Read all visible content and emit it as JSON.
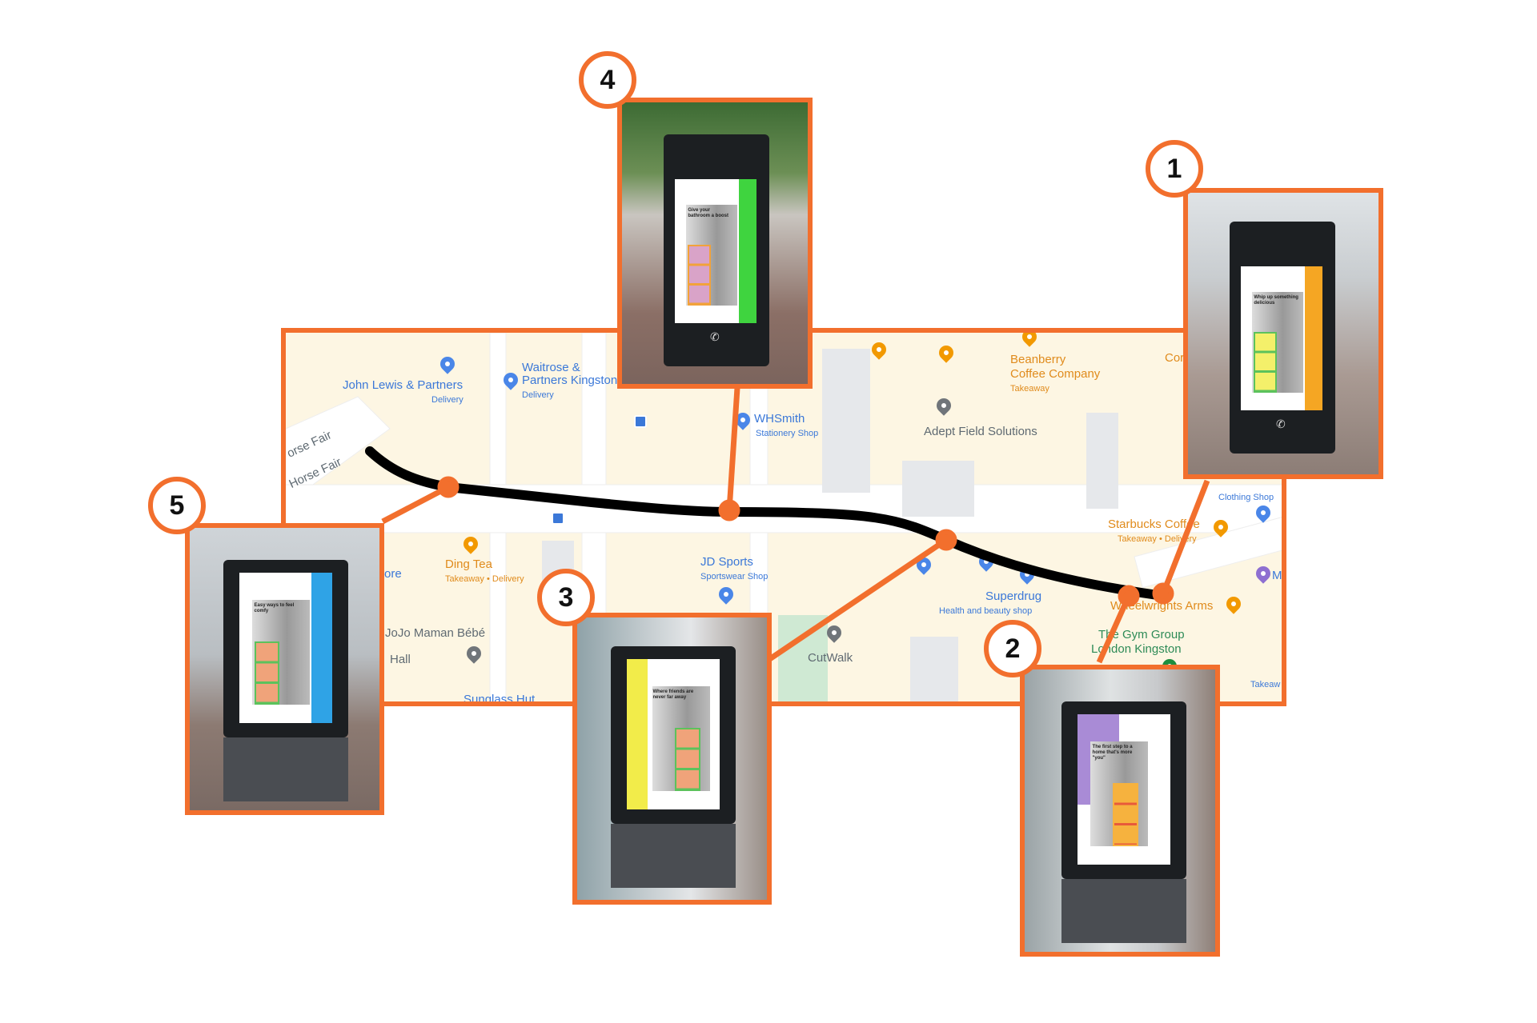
{
  "colors": {
    "accent": "#f26f2d",
    "route": "#000000",
    "map_bg": "#fdf6e3"
  },
  "map": {
    "labels": {
      "john_lewis": "John Lewis & Partners",
      "john_lewis_sub": "Delivery",
      "waitrose": "Waitrose &",
      "waitrose2": "Partners Kingston",
      "waitrose_sub": "Delivery",
      "whsmith": "WHSmith",
      "whsmith_sub": "Stationery Shop",
      "beanberry": "Beanberry",
      "beanberry2": "Coffee Company",
      "beanberry_sub": "Takeaway",
      "cor": "Cor",
      "adept": "Adept Field Solutions",
      "horse_fair_1": "orse Fair",
      "horse_fair_2": "Horse Fair",
      "ding_tea": "Ding Tea",
      "ding_tea_sub": "Takeaway • Delivery",
      "jd_sports": "JD Sports",
      "jd_sports_sub": "Sportswear Shop",
      "ore": "ore",
      "jojo": "JoJo Maman Bébé",
      "hall": "Hall",
      "sunglass": "Sunglass Hut",
      "cutwalk": "CutWalk",
      "superdrug": "Superdrug",
      "superdrug_sub": "Health and beauty shop",
      "starbucks": "Starbucks Coffee",
      "starbucks_sub": "Takeaway • Delivery",
      "clothing": "Clothing Shop",
      "me": "Me",
      "wheelwrights": "Wheelwrights Arms",
      "gym": "The Gym Group",
      "gym2": "London Kingston",
      "takeaw": "Takeaw"
    }
  },
  "locations": [
    {
      "number": "1",
      "poster_text": "Whip up something delicious",
      "stripe": "#f5a623"
    },
    {
      "number": "2",
      "poster_text": "The first step to a home that's more \"you\"",
      "stripe": "#a98bd6"
    },
    {
      "number": "3",
      "poster_text": "Where friends are never far away",
      "stripe": "#f2ec4a"
    },
    {
      "number": "4",
      "poster_text": "Give your bathroom a boost",
      "stripe": "#3fd43f"
    },
    {
      "number": "5",
      "poster_text": "Easy ways to feel comfy",
      "stripe": "#2fa3e6"
    }
  ]
}
